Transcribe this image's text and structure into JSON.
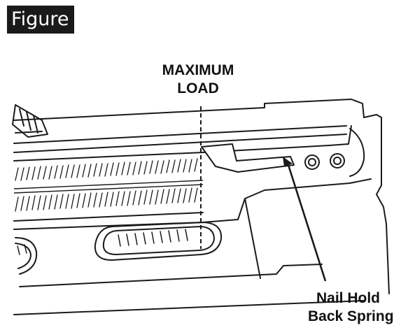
{
  "figure_badge": "Figure",
  "callouts": {
    "maximum_load": {
      "line1": "MAXIMUM",
      "line2": "LOAD"
    },
    "nail_hold_back_spring": {
      "line1": "Nail Hold",
      "line2": "Back Spring"
    }
  },
  "colors": {
    "ink": "#1a1a1a",
    "background": "#ffffff"
  }
}
